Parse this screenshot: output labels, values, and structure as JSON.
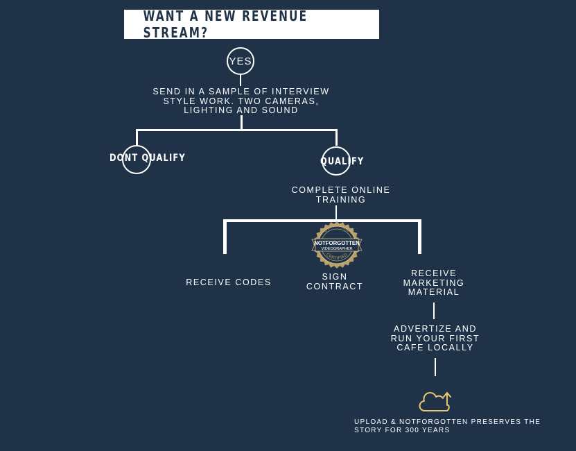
{
  "title": "WANT A NEW REVENUE STREAM?",
  "yes": "YES",
  "step_sample": [
    "SEND IN A SAMPLE OF INTERVIEW",
    "STYLE WORK. TWO CAMERAS,",
    "LIGHTING AND SOUND"
  ],
  "dont_qualify": "DONT QUALIFY",
  "qualify": "QUALIFY",
  "step_training": [
    "COMPLETE ONLINE",
    "TRAINING"
  ],
  "badge": {
    "top_arc": "CERTIFIED",
    "line1": "NOTFORGOTTEN",
    "line2": "VIDEOGRAPHER",
    "bottom_arc": "CERTIFIED"
  },
  "receive_codes": "RECEIVE CODES",
  "sign_contract": [
    "SIGN",
    "CONTRACT"
  ],
  "receive_marketing": [
    "RECEIVE",
    "MARKETING",
    "MATERIAL"
  ],
  "advertize": [
    "ADVERTIZE AND",
    "RUN YOUR FIRST",
    "CAFE LOCALLY"
  ],
  "upload": [
    "UPLOAD & NOTFORGOTTEN PRESERVES THE",
    "STORY FOR 300 YEARS"
  ],
  "icons": {
    "upload": "cloud-upload-icon",
    "badge": "certified-badge-icon"
  },
  "colors": {
    "background": "#1f3247",
    "foreground": "#ffffff",
    "accent": "#e8c86a",
    "badge_gold": "#b8a06a"
  }
}
